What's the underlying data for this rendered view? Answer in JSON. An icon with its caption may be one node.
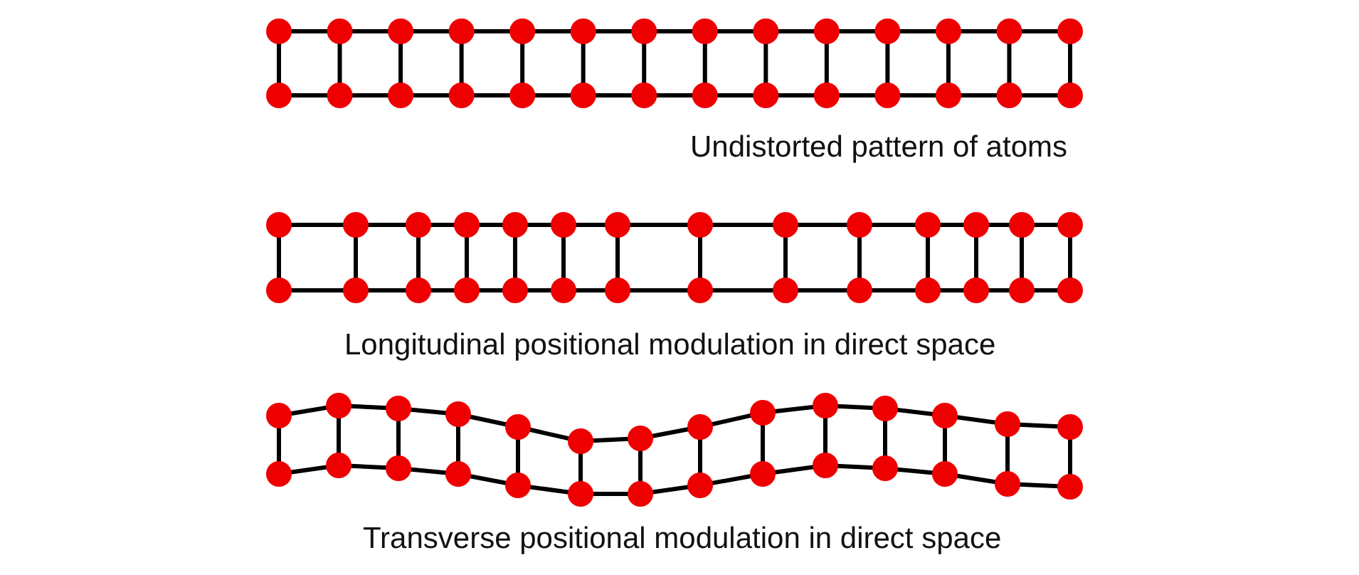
{
  "diagram": {
    "labels": [
      "Undistorted pattern of atoms",
      "Longitudinal positional modulation in direct space",
      "Transverse positional modulation in direct space"
    ]
  }
}
